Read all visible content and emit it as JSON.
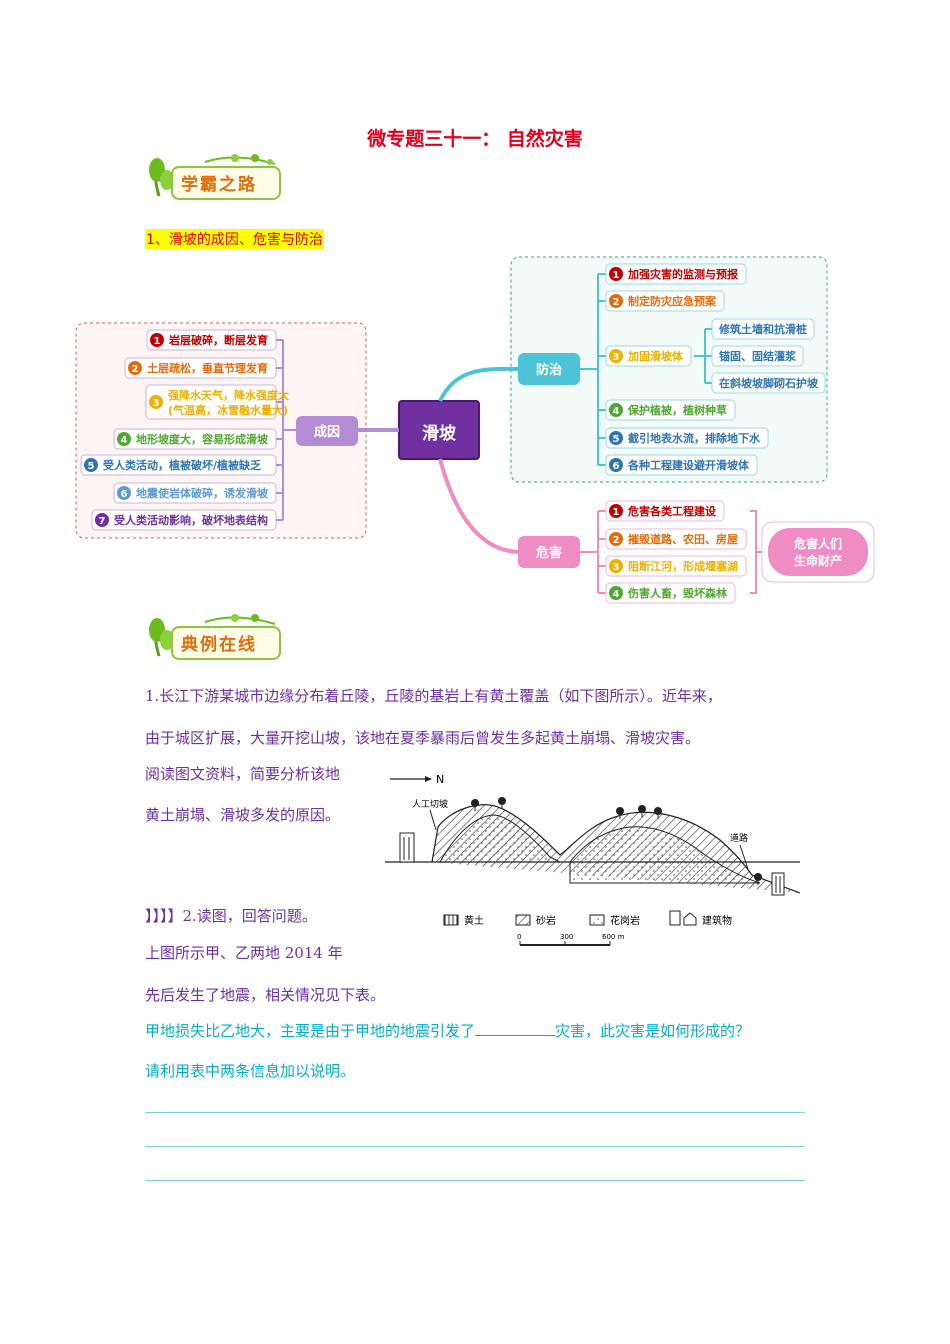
{
  "title": "微专题三十一：  自然灾害",
  "badge1": "学霸之路",
  "badge2": "典例在线",
  "section1": "1、滑坡的成因、危害与防治",
  "mindmap": {
    "center": "滑坡",
    "cause_label": "成因",
    "prevent_label": "防治",
    "harm_label": "危害",
    "causes": [
      {
        "num": "1",
        "text": "岩层破碎，断层发育",
        "color": "#c00000"
      },
      {
        "num": "2",
        "text": "土层疏松，垂直节理发育",
        "color": "#e36c0a"
      },
      {
        "num": "3",
        "text": "强降水天气，降水强度大",
        "text2": "(气温高，冰雪融水量大)",
        "color": "#f0b000"
      },
      {
        "num": "4",
        "text": "地形坡度大，容易形成滑坡",
        "color": "#4ea72e"
      },
      {
        "num": "5",
        "text": "受人类活动，植被破坏/植被缺乏",
        "color": "#2e75b6"
      },
      {
        "num": "6",
        "text": "地震使岩体破碎，诱发滑坡",
        "color": "#5b9bd5"
      },
      {
        "num": "7",
        "text": "受人类活动影响，破坏地表结构",
        "color": "#7030a0"
      }
    ],
    "prevents": [
      {
        "num": "1",
        "text": "加强灾害的监测与预报",
        "color": "#c00000"
      },
      {
        "num": "2",
        "text": "制定防灾应急预案",
        "color": "#e36c0a"
      },
      {
        "num": "3",
        "text": "加固滑坡体",
        "color": "#f0b000"
      },
      {
        "num": "4",
        "text": "保护植被，植树种草",
        "color": "#4ea72e"
      },
      {
        "num": "5",
        "text": "截引地表水流，排除地下水",
        "color": "#2e75b6"
      },
      {
        "num": "6",
        "text": "各种工程建设避开滑坡体",
        "color": "#2e75b6"
      }
    ],
    "reinforce": [
      "修筑土墙和抗滑桩",
      "锚固、固结灌浆",
      "在斜坡坡脚砌石护坡"
    ],
    "harms": [
      {
        "num": "1",
        "text": "危害各类工程建设",
        "color": "#c00000"
      },
      {
        "num": "2",
        "text": "摧毁道路、农田、房屋",
        "color": "#e36c0a"
      },
      {
        "num": "3",
        "text": "阻断江河，形成堰塞湖",
        "color": "#f0b000"
      },
      {
        "num": "4",
        "text": "伤害人畜，毁坏森林",
        "color": "#4ea72e"
      }
    ],
    "harm_summary": [
      "危害人们",
      "生命财产"
    ]
  },
  "q1": {
    "line1": "1.长江下游某城市边缘分布着丘陵，丘陵的基岩上有黄土覆盖（如下图所示）。近年来，",
    "line2": "由于城区扩展，大量开挖山坡，该地在夏季暴雨后曾发生多起黄土崩塌、滑坡灾害。",
    "line3": "阅读图文资料，简要分析该地",
    "line4": "黄土崩塌、滑坡多发的原因。"
  },
  "figure": {
    "north": "N",
    "cut_label": "人工切坡",
    "road_label": "道路",
    "legend": [
      "黄土",
      "砂岩",
      "花岗岩",
      "建筑物"
    ],
    "scale": [
      "0",
      "300",
      "600 m"
    ]
  },
  "q2": {
    "line1": "】】】】2.读图，回答问题。",
    "line2": "上图所示甲、乙两地 2014 年",
    "line3": "先后发生了地震，相关情况见下表。",
    "line4a": "甲地损失比乙地大，主要是由于甲地的地震引发了",
    "line4b": "灾害，此灾害是如何形成的？",
    "line5": "请利用表中两条信息加以说明。"
  }
}
